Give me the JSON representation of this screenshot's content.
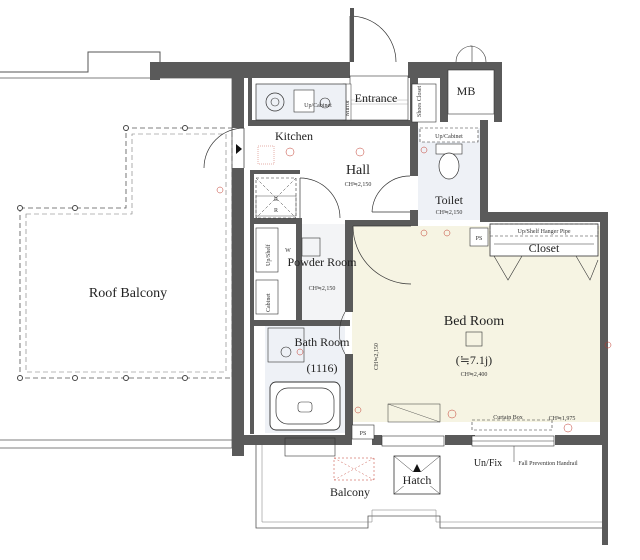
{
  "colors": {
    "wall": "#5a5a5a",
    "line": "#333333",
    "bedroom_fill": "#f6f4e3",
    "wet_fill": "#eef1f6",
    "accent": "#c0392b"
  },
  "rooms": {
    "roof_balcony": "Roof Balcony",
    "kitchen": "Kitchen",
    "hall": "Hall",
    "entrance": "Entrance",
    "shoes_closet": "Shoes Closet",
    "mirror": "Mirror",
    "mb": "MB",
    "toilet": "Toilet",
    "powder_room": "Powder Room",
    "bath_room": "Bath Room",
    "bath_size": "(1116)",
    "bed_room": "Bed Room",
    "bed_size": "(≒7.1j)",
    "closet": "Closet",
    "balcony": "Balcony",
    "hatch": "Hatch"
  },
  "fixtures": {
    "up_cabinet_kitchen": "Up/Cabinet",
    "up_cabinet_toilet": "Up/Cabinet",
    "up_shelf_hanger": "Up/Shelf Hanger Pipe",
    "up_shelf_w": "Up/Shelf",
    "w_mark": "W",
    "r_mark": "R",
    "r_mark2": "R",
    "ps_top": "PS",
    "ps_bottom": "PS",
    "curtain_box": "Curtain Box",
    "un_fix": "Un/Fix",
    "fall_prevention": "Fall Prevention Handrail",
    "cabinet_small": "Cabinet"
  },
  "ceiling_heights": {
    "hall": "CH≒2,150",
    "toilet": "CH≒2,150",
    "powder": "CH≒2,150",
    "bed": "CH≒2,400",
    "bed_vertical": "CH≒2,150",
    "window": "CH≒1,975"
  }
}
